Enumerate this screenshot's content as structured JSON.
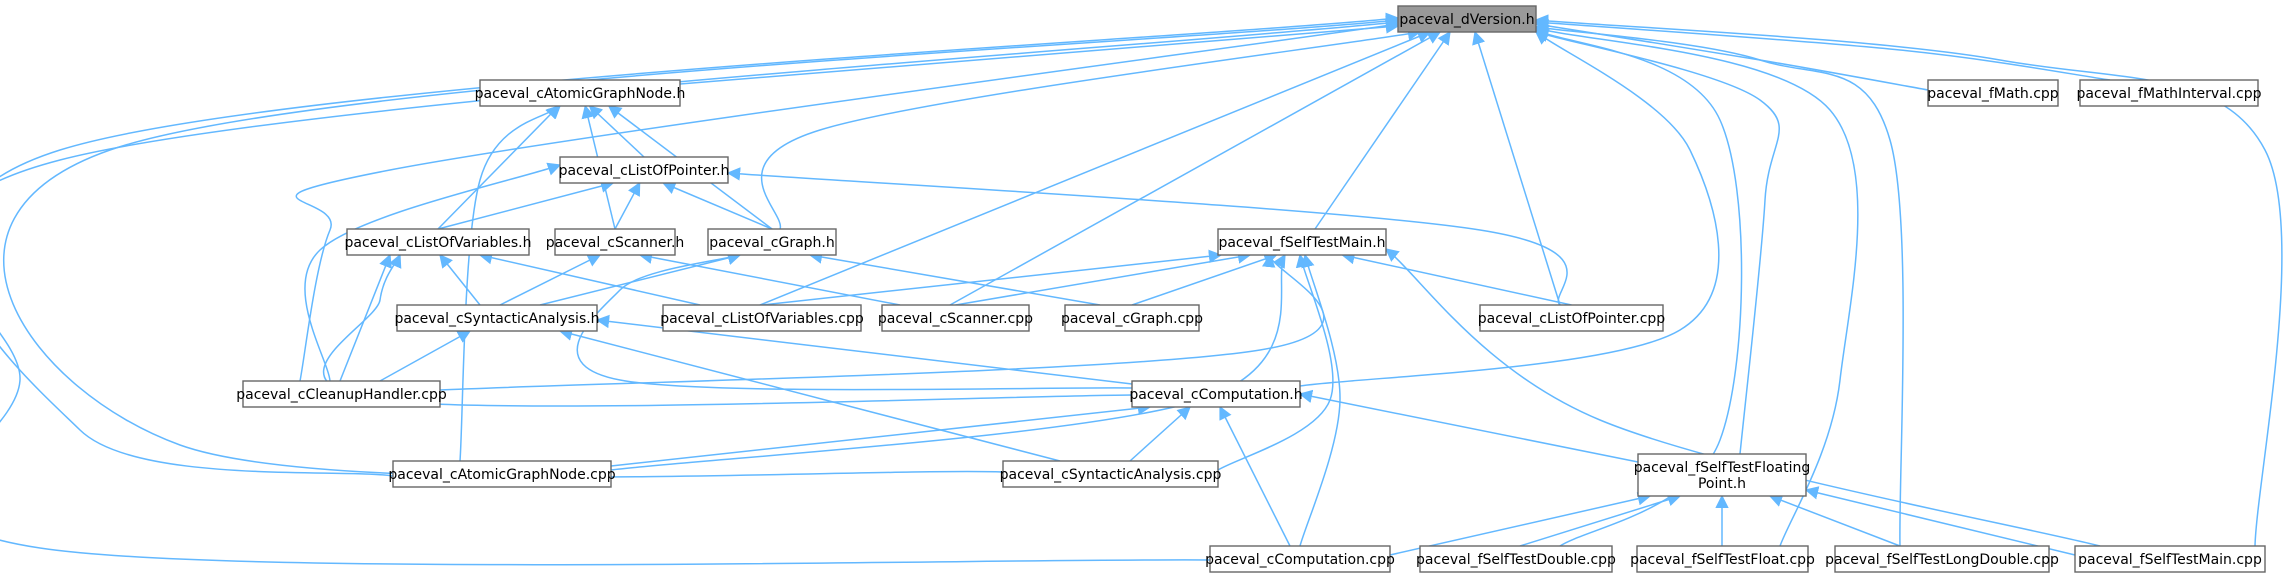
{
  "diagram": {
    "type": "include-dependency-graph",
    "root": "paceval_dVersion.h",
    "colors": {
      "edge": "#63b8ff",
      "node_border": "#666666",
      "node_fill": "#ffffff",
      "root_fill": "#999999",
      "text": "#000000"
    },
    "nodes": [
      {
        "id": "dversion",
        "lines": [
          "paceval_dVersion.h"
        ],
        "root": true
      },
      {
        "id": "atomic_h",
        "lines": [
          "paceval_cAtomicGraphNode.h"
        ]
      },
      {
        "id": "fmath",
        "lines": [
          "paceval_fMath.cpp"
        ]
      },
      {
        "id": "fmathint",
        "lines": [
          "paceval_fMathInterval.cpp"
        ]
      },
      {
        "id": "listptr_h",
        "lines": [
          "paceval_cListOfPointer.h"
        ]
      },
      {
        "id": "listvar_h",
        "lines": [
          "paceval_cListOfVariables.h"
        ]
      },
      {
        "id": "scanner_h",
        "lines": [
          "paceval_cScanner.h"
        ]
      },
      {
        "id": "graph_h",
        "lines": [
          "paceval_cGraph.h"
        ]
      },
      {
        "id": "selftestmain_h",
        "lines": [
          "paceval_fSelfTestMain.h"
        ]
      },
      {
        "id": "syntactic_h",
        "lines": [
          "paceval_cSyntacticAnalysis.h"
        ]
      },
      {
        "id": "listvar_cpp",
        "lines": [
          "paceval_cListOfVariables.cpp"
        ]
      },
      {
        "id": "scanner_cpp",
        "lines": [
          "paceval_cScanner.cpp"
        ]
      },
      {
        "id": "graph_cpp",
        "lines": [
          "paceval_cGraph.cpp"
        ]
      },
      {
        "id": "listptr_cpp",
        "lines": [
          "paceval_cListOfPointer.cpp"
        ]
      },
      {
        "id": "cleanup_cpp",
        "lines": [
          "paceval_cCleanupHandler.cpp"
        ]
      },
      {
        "id": "comp_h",
        "lines": [
          "paceval_cComputation.h"
        ]
      },
      {
        "id": "atomic_cpp",
        "lines": [
          "paceval_cAtomicGraphNode.cpp"
        ]
      },
      {
        "id": "syntactic_cpp",
        "lines": [
          "paceval_cSyntacticAnalysis.cpp"
        ]
      },
      {
        "id": "floating_h",
        "lines": [
          "paceval_fSelfTestFloating",
          "Point.h"
        ]
      },
      {
        "id": "comp_cpp",
        "lines": [
          "paceval_cComputation.cpp"
        ]
      },
      {
        "id": "double_cpp",
        "lines": [
          "paceval_fSelfTestDouble.cpp"
        ]
      },
      {
        "id": "float_cpp",
        "lines": [
          "paceval_fSelfTestFloat.cpp"
        ]
      },
      {
        "id": "longdouble_cpp",
        "lines": [
          "paceval_fSelfTestLongDouble.cpp"
        ]
      },
      {
        "id": "selftestmain_cpp",
        "lines": [
          "paceval_fSelfTestMain.cpp"
        ]
      }
    ],
    "edges": [
      [
        "atomic_h",
        "dversion"
      ],
      [
        "fmath",
        "dversion"
      ],
      [
        "fmathint",
        "dversion"
      ],
      [
        "graph_h",
        "dversion"
      ],
      [
        "selftestmain_h",
        "dversion"
      ],
      [
        "listvar_cpp",
        "dversion"
      ],
      [
        "scanner_cpp",
        "dversion"
      ],
      [
        "listptr_cpp",
        "dversion"
      ],
      [
        "cleanup_cpp",
        "dversion"
      ],
      [
        "comp_h",
        "dversion"
      ],
      [
        "atomic_cpp",
        "dversion"
      ],
      [
        "syntactic_cpp",
        "dversion"
      ],
      [
        "floating_h",
        "dversion"
      ],
      [
        "comp_cpp",
        "dversion"
      ],
      [
        "double_cpp",
        "dversion"
      ],
      [
        "float_cpp",
        "dversion"
      ],
      [
        "longdouble_cpp",
        "dversion"
      ],
      [
        "selftestmain_cpp",
        "dversion"
      ],
      [
        "listptr_h",
        "atomic_h"
      ],
      [
        "listvar_h",
        "atomic_h"
      ],
      [
        "scanner_h",
        "atomic_h"
      ],
      [
        "graph_h",
        "atomic_h"
      ],
      [
        "atomic_cpp",
        "atomic_h"
      ],
      [
        "listvar_h",
        "listptr_h"
      ],
      [
        "scanner_h",
        "listptr_h"
      ],
      [
        "graph_h",
        "listptr_h"
      ],
      [
        "cleanup_cpp",
        "listptr_h"
      ],
      [
        "listptr_cpp",
        "listptr_h"
      ],
      [
        "syntactic_h",
        "listvar_h"
      ],
      [
        "listvar_cpp",
        "listvar_h"
      ],
      [
        "cleanup_cpp",
        "listvar_h"
      ],
      [
        "comp_h",
        "listvar_h"
      ],
      [
        "syntactic_h",
        "scanner_h"
      ],
      [
        "scanner_cpp",
        "scanner_h"
      ],
      [
        "syntactic_h",
        "graph_h"
      ],
      [
        "graph_cpp",
        "graph_h"
      ],
      [
        "comp_h",
        "graph_h"
      ],
      [
        "cleanup_cpp",
        "syntactic_h"
      ],
      [
        "comp_h",
        "syntactic_h"
      ],
      [
        "syntactic_cpp",
        "syntactic_h"
      ],
      [
        "listvar_cpp",
        "selftestmain_h"
      ],
      [
        "scanner_cpp",
        "selftestmain_h"
      ],
      [
        "graph_cpp",
        "selftestmain_h"
      ],
      [
        "listptr_cpp",
        "selftestmain_h"
      ],
      [
        "cleanup_cpp",
        "selftestmain_h"
      ],
      [
        "atomic_cpp",
        "selftestmain_h"
      ],
      [
        "syntactic_cpp",
        "selftestmain_h"
      ],
      [
        "comp_cpp",
        "selftestmain_h"
      ],
      [
        "selftestmain_cpp",
        "selftestmain_h"
      ],
      [
        "atomic_cpp",
        "comp_h"
      ],
      [
        "syntactic_cpp",
        "comp_h"
      ],
      [
        "comp_cpp",
        "comp_h"
      ],
      [
        "floating_h",
        "comp_h"
      ],
      [
        "comp_cpp",
        "floating_h"
      ],
      [
        "double_cpp",
        "floating_h"
      ],
      [
        "float_cpp",
        "floating_h"
      ],
      [
        "longdouble_cpp",
        "floating_h"
      ],
      [
        "selftestmain_cpp",
        "floating_h"
      ]
    ]
  }
}
